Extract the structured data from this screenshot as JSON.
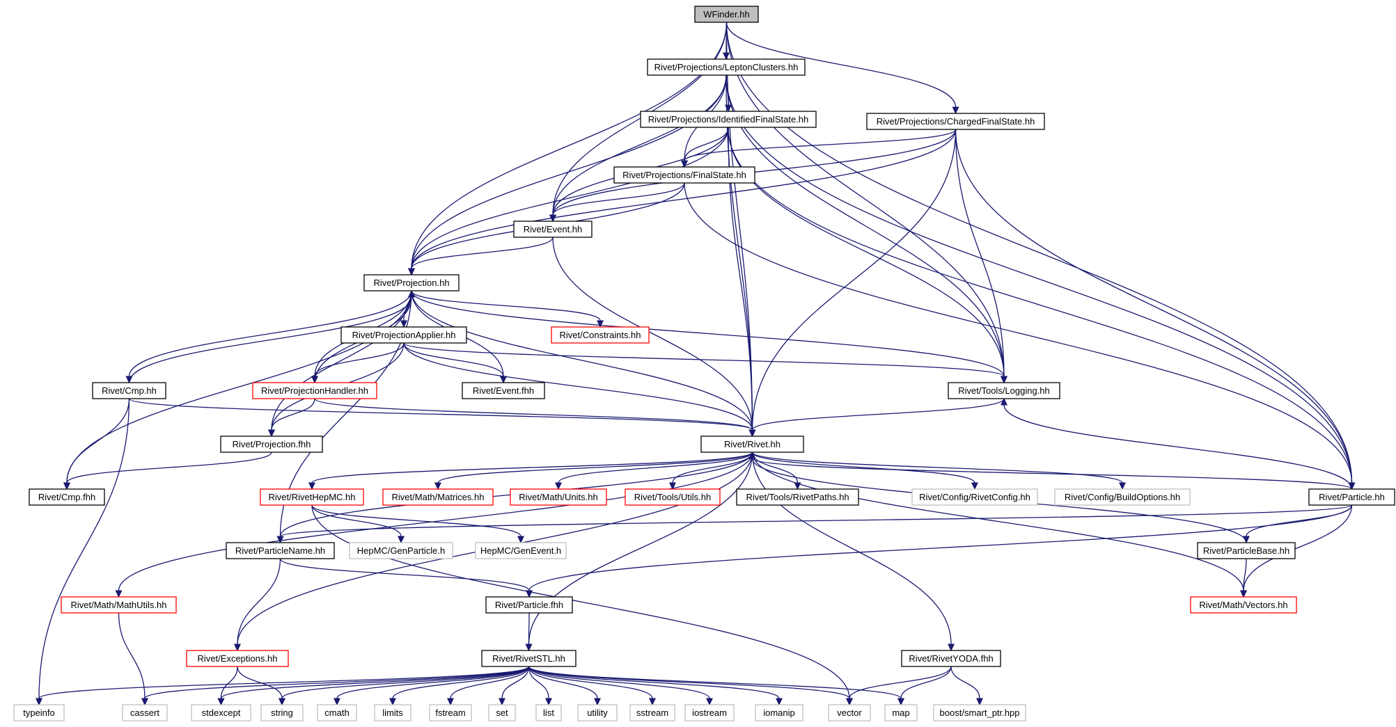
{
  "title": "WFinder.hh",
  "colors": {
    "edge": "#191970",
    "root_fill": "#bfbfbf",
    "red_border": "#ff0000",
    "gray_border": "#bfbfbf",
    "black_border": "#000000"
  },
  "nodes": [
    {
      "id": "wfinder",
      "label": "WFinder.hh",
      "style": "root"
    },
    {
      "id": "leptonclusters",
      "label": "Rivet/Projections/LeptonClusters.hh",
      "style": "black"
    },
    {
      "id": "identifiedfs",
      "label": "Rivet/Projections/IdentifiedFinalState.hh",
      "style": "black"
    },
    {
      "id": "chargedfs",
      "label": "Rivet/Projections/ChargedFinalState.hh",
      "style": "black"
    },
    {
      "id": "finalstate",
      "label": "Rivet/Projections/FinalState.hh",
      "style": "black"
    },
    {
      "id": "event",
      "label": "Rivet/Event.hh",
      "style": "black"
    },
    {
      "id": "projection",
      "label": "Rivet/Projection.hh",
      "style": "black"
    },
    {
      "id": "projapplier",
      "label": "Rivet/ProjectionApplier.hh",
      "style": "black"
    },
    {
      "id": "constraints",
      "label": "Rivet/Constraints.hh",
      "style": "red"
    },
    {
      "id": "cmp",
      "label": "Rivet/Cmp.hh",
      "style": "black"
    },
    {
      "id": "projhandler",
      "label": "Rivet/ProjectionHandler.hh",
      "style": "red"
    },
    {
      "id": "eventfhh",
      "label": "Rivet/Event.fhh",
      "style": "black"
    },
    {
      "id": "logging",
      "label": "Rivet/Tools/Logging.hh",
      "style": "black"
    },
    {
      "id": "projfhh",
      "label": "Rivet/Projection.fhh",
      "style": "black"
    },
    {
      "id": "rivet",
      "label": "Rivet/Rivet.hh",
      "style": "black"
    },
    {
      "id": "cmpfhh",
      "label": "Rivet/Cmp.fhh",
      "style": "black"
    },
    {
      "id": "rivethepmc",
      "label": "Rivet/RivetHepMC.hh",
      "style": "red"
    },
    {
      "id": "matrices",
      "label": "Rivet/Math/Matrices.hh",
      "style": "red"
    },
    {
      "id": "units",
      "label": "Rivet/Math/Units.hh",
      "style": "red"
    },
    {
      "id": "utils",
      "label": "Rivet/Tools/Utils.hh",
      "style": "red"
    },
    {
      "id": "rivetpaths",
      "label": "Rivet/Tools/RivetPaths.hh",
      "style": "black"
    },
    {
      "id": "rivetconfig",
      "label": "Rivet/Config/RivetConfig.hh",
      "style": "gray"
    },
    {
      "id": "buildoptions",
      "label": "Rivet/Config/BuildOptions.hh",
      "style": "gray"
    },
    {
      "id": "particle",
      "label": "Rivet/Particle.hh",
      "style": "black"
    },
    {
      "id": "particlename",
      "label": "Rivet/ParticleName.hh",
      "style": "black"
    },
    {
      "id": "genparticle",
      "label": "HepMC/GenParticle.h",
      "style": "gray"
    },
    {
      "id": "genevent",
      "label": "HepMC/GenEvent.h",
      "style": "gray"
    },
    {
      "id": "particlebase",
      "label": "Rivet/ParticleBase.hh",
      "style": "black"
    },
    {
      "id": "mathutils",
      "label": "Rivet/Math/MathUtils.hh",
      "style": "red"
    },
    {
      "id": "particlefhh",
      "label": "Rivet/Particle.fhh",
      "style": "black"
    },
    {
      "id": "vectors",
      "label": "Rivet/Math/Vectors.hh",
      "style": "red"
    },
    {
      "id": "exceptions",
      "label": "Rivet/Exceptions.hh",
      "style": "red"
    },
    {
      "id": "rivetstl",
      "label": "Rivet/RivetSTL.hh",
      "style": "black"
    },
    {
      "id": "rivetyoda",
      "label": "Rivet/RivetYODA.fhh",
      "style": "black"
    },
    {
      "id": "typeinfo",
      "label": "typeinfo",
      "style": "gray"
    },
    {
      "id": "cassert",
      "label": "cassert",
      "style": "gray"
    },
    {
      "id": "stdexcept",
      "label": "stdexcept",
      "style": "gray"
    },
    {
      "id": "string",
      "label": "string",
      "style": "gray"
    },
    {
      "id": "cmath",
      "label": "cmath",
      "style": "gray"
    },
    {
      "id": "limits",
      "label": "limits",
      "style": "gray"
    },
    {
      "id": "fstream",
      "label": "fstream",
      "style": "gray"
    },
    {
      "id": "set",
      "label": "set",
      "style": "gray"
    },
    {
      "id": "list",
      "label": "list",
      "style": "gray"
    },
    {
      "id": "utility",
      "label": "utility",
      "style": "gray"
    },
    {
      "id": "sstream",
      "label": "sstream",
      "style": "gray"
    },
    {
      "id": "iostream",
      "label": "iostream",
      "style": "gray"
    },
    {
      "id": "iomanip",
      "label": "iomanip",
      "style": "gray"
    },
    {
      "id": "vector",
      "label": "vector",
      "style": "gray"
    },
    {
      "id": "map",
      "label": "map",
      "style": "gray"
    },
    {
      "id": "smartptr",
      "label": "boost/smart_ptr.hpp",
      "style": "gray"
    }
  ],
  "edges": [
    [
      "wfinder",
      "leptonclusters"
    ],
    [
      "wfinder",
      "chargedfs"
    ],
    [
      "wfinder",
      "event"
    ],
    [
      "wfinder",
      "projection"
    ],
    [
      "wfinder",
      "rivet"
    ],
    [
      "wfinder",
      "logging"
    ],
    [
      "wfinder",
      "particle"
    ],
    [
      "leptonclusters",
      "identifiedfs"
    ],
    [
      "leptonclusters",
      "finalstate"
    ],
    [
      "leptonclusters",
      "event"
    ],
    [
      "leptonclusters",
      "projection"
    ],
    [
      "leptonclusters",
      "rivet"
    ],
    [
      "leptonclusters",
      "logging"
    ],
    [
      "leptonclusters",
      "particle"
    ],
    [
      "identifiedfs",
      "finalstate"
    ],
    [
      "identifiedfs",
      "event"
    ],
    [
      "identifiedfs",
      "projection"
    ],
    [
      "identifiedfs",
      "rivet"
    ],
    [
      "identifiedfs",
      "logging"
    ],
    [
      "identifiedfs",
      "particle"
    ],
    [
      "chargedfs",
      "finalstate"
    ],
    [
      "chargedfs",
      "event"
    ],
    [
      "chargedfs",
      "projection"
    ],
    [
      "chargedfs",
      "rivet"
    ],
    [
      "chargedfs",
      "logging"
    ],
    [
      "chargedfs",
      "particle"
    ],
    [
      "finalstate",
      "event"
    ],
    [
      "finalstate",
      "projection"
    ],
    [
      "finalstate",
      "particle"
    ],
    [
      "event",
      "projection"
    ],
    [
      "event",
      "rivet"
    ],
    [
      "projection",
      "projapplier"
    ],
    [
      "projection",
      "constraints"
    ],
    [
      "projection",
      "cmp"
    ],
    [
      "projection",
      "projhandler"
    ],
    [
      "projection",
      "eventfhh"
    ],
    [
      "projection",
      "logging"
    ],
    [
      "projection",
      "projfhh"
    ],
    [
      "projection",
      "rivet"
    ],
    [
      "projection",
      "cmpfhh"
    ],
    [
      "projection",
      "particlename"
    ],
    [
      "projapplier",
      "projhandler"
    ],
    [
      "projapplier",
      "eventfhh"
    ],
    [
      "projapplier",
      "logging"
    ],
    [
      "projapplier",
      "projfhh"
    ],
    [
      "projapplier",
      "rivet"
    ],
    [
      "cmp",
      "projection"
    ],
    [
      "cmp",
      "rivet"
    ],
    [
      "cmp",
      "cmpfhh"
    ],
    [
      "cmp",
      "typeinfo"
    ],
    [
      "projhandler",
      "projection"
    ],
    [
      "projhandler",
      "projfhh"
    ],
    [
      "projhandler",
      "rivet"
    ],
    [
      "logging",
      "rivet"
    ],
    [
      "projfhh",
      "cmpfhh"
    ],
    [
      "rivet",
      "rivethepmc"
    ],
    [
      "rivet",
      "matrices"
    ],
    [
      "rivet",
      "units"
    ],
    [
      "rivet",
      "utils"
    ],
    [
      "rivet",
      "rivetpaths"
    ],
    [
      "rivet",
      "rivetconfig"
    ],
    [
      "rivet",
      "buildoptions"
    ],
    [
      "rivet",
      "particlename"
    ],
    [
      "rivet",
      "mathutils"
    ],
    [
      "rivet",
      "vectors"
    ],
    [
      "rivet",
      "exceptions"
    ],
    [
      "rivet",
      "rivetstl"
    ],
    [
      "rivet",
      "rivetyoda"
    ],
    [
      "rivethepmc",
      "genparticle"
    ],
    [
      "rivethepmc",
      "genevent"
    ],
    [
      "rivethepmc",
      "vector"
    ],
    [
      "particle",
      "rivet"
    ],
    [
      "particle",
      "logging"
    ],
    [
      "particle",
      "particlename"
    ],
    [
      "particle",
      "particlebase"
    ],
    [
      "particle",
      "particlefhh"
    ],
    [
      "particle",
      "vectors"
    ],
    [
      "particlebase",
      "rivet"
    ],
    [
      "particlebase",
      "vectors"
    ],
    [
      "particlename",
      "particlefhh"
    ],
    [
      "particlename",
      "exceptions"
    ],
    [
      "particlefhh",
      "rivetstl"
    ],
    [
      "mathutils",
      "cassert"
    ],
    [
      "exceptions",
      "stdexcept"
    ],
    [
      "exceptions",
      "string"
    ],
    [
      "rivetstl",
      "typeinfo"
    ],
    [
      "rivetstl",
      "cassert"
    ],
    [
      "rivetstl",
      "stdexcept"
    ],
    [
      "rivetstl",
      "string"
    ],
    [
      "rivetstl",
      "cmath"
    ],
    [
      "rivetstl",
      "limits"
    ],
    [
      "rivetstl",
      "fstream"
    ],
    [
      "rivetstl",
      "set"
    ],
    [
      "rivetstl",
      "list"
    ],
    [
      "rivetstl",
      "utility"
    ],
    [
      "rivetstl",
      "sstream"
    ],
    [
      "rivetstl",
      "iostream"
    ],
    [
      "rivetstl",
      "iomanip"
    ],
    [
      "rivetstl",
      "vector"
    ],
    [
      "rivetstl",
      "map"
    ],
    [
      "rivetyoda",
      "vector"
    ],
    [
      "rivetyoda",
      "map"
    ],
    [
      "rivetyoda",
      "smartptr"
    ]
  ]
}
